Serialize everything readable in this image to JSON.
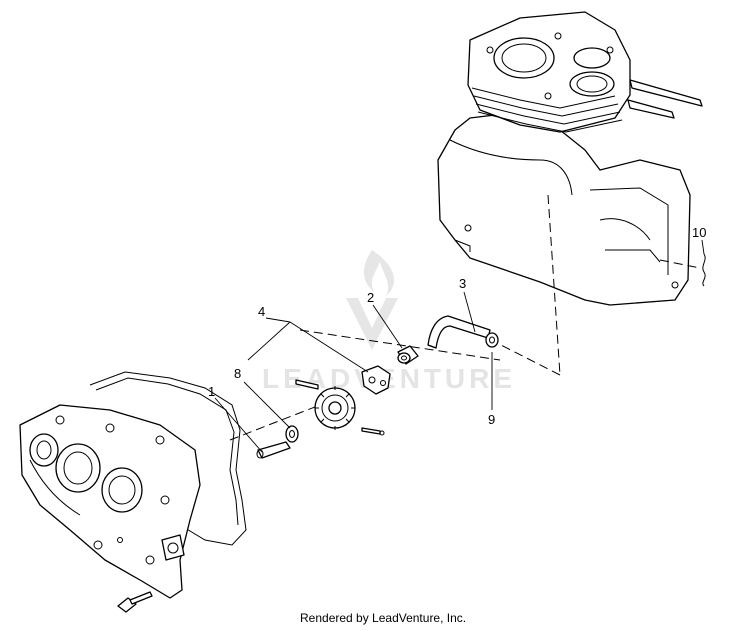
{
  "callouts": [
    {
      "id": "1",
      "label": "1"
    },
    {
      "id": "2",
      "label": "2"
    },
    {
      "id": "3",
      "label": "3"
    },
    {
      "id": "4",
      "label": "4"
    },
    {
      "id": "8",
      "label": "8"
    },
    {
      "id": "9",
      "label": "9"
    },
    {
      "id": "10",
      "label": "10"
    }
  ],
  "footer": {
    "text": "Rendered by LeadVenture, Inc."
  },
  "watermark": {
    "text": "LEADVENTURE",
    "icon": "leadventure-logo-icon"
  }
}
